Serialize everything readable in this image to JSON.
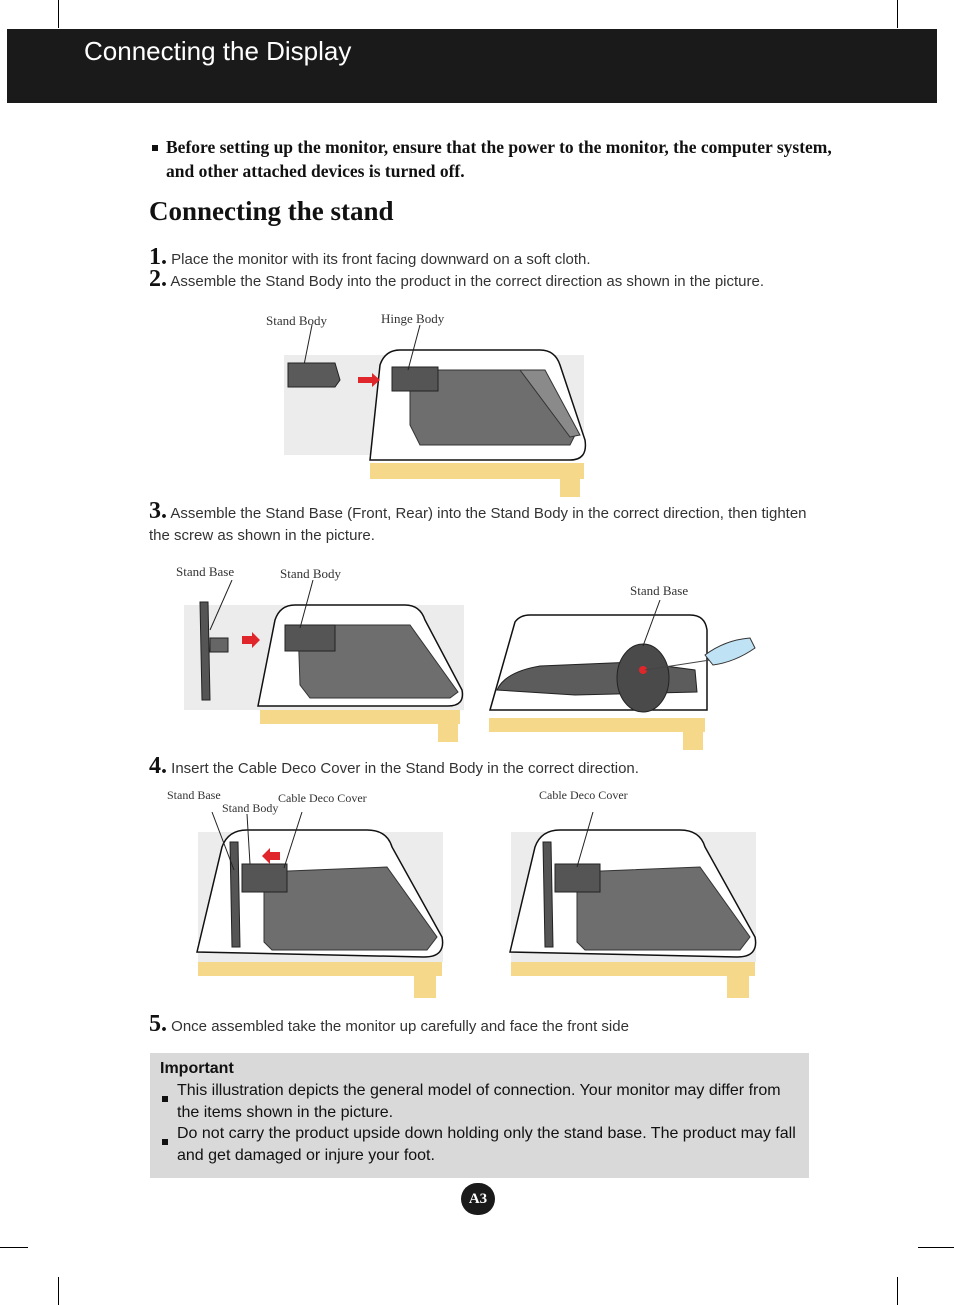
{
  "header": {
    "title": "Connecting the Display"
  },
  "warning": {
    "text": "Before setting up the monitor, ensure that the power to the monitor, the computer system, and other attached devices is turned off."
  },
  "section": {
    "title": "Connecting the stand"
  },
  "steps": [
    {
      "num": "1.",
      "text": "Place the monitor with its front facing downward on a soft cloth."
    },
    {
      "num": "2.",
      "text": "Assemble the Stand Body into the product in the correct direction as shown in the picture."
    },
    {
      "num": "3.",
      "text": "Assemble the Stand Base (Front, Rear) into the Stand Body in the correct direction, then tighten the screw as shown in the picture."
    },
    {
      "num": "4.",
      "text": "Insert the Cable Deco Cover in the Stand Body in the correct direction."
    },
    {
      "num": "5.",
      "text": "Once assembled take the monitor up carefully and face the front side"
    }
  ],
  "labels": {
    "stand_body": "Stand Body",
    "hinge_body": "Hinge Body",
    "stand_base": "Stand Base",
    "cable_deco_cover": "Cable Deco Cover"
  },
  "important": {
    "heading": "Important",
    "items": [
      "This illustration depicts the general model of connection. Your monitor may differ from the items shown in the picture.",
      "Do not carry the product upside down holding only the stand base. The product may fall and get damaged or injure your foot."
    ]
  },
  "page": {
    "number": "A3"
  },
  "colors": {
    "header_bg": "#1a1a1a",
    "cloth": "#f6d88a",
    "arrow": "#e0262a",
    "note_bg": "#d9d9d9"
  }
}
